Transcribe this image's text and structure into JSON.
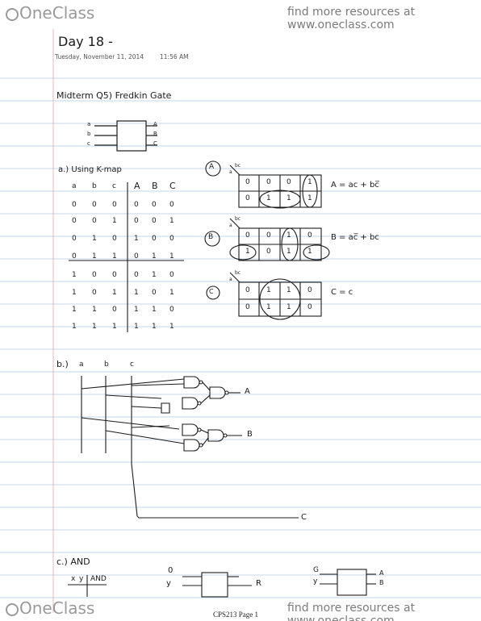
{
  "brand": {
    "name": "OneClass"
  },
  "promo": "find more resources at www.oneclass.com",
  "note": {
    "title": "Day 18 -",
    "date": "Tuesday, November 11, 2014",
    "time": "11:56 AM",
    "heading": "Midterm Q5) Fredkin Gate",
    "gate_inputs": [
      "a",
      "b",
      "c"
    ],
    "gate_outputs": [
      "A",
      "B",
      "C"
    ],
    "part_a": "a.) Using K-map",
    "table": {
      "headers": [
        "a",
        "b",
        "c",
        "A",
        "B",
        "C"
      ],
      "rows": [
        [
          "0",
          "0",
          "0",
          "0",
          "0",
          "0"
        ],
        [
          "0",
          "0",
          "1",
          "0",
          "0",
          "1"
        ],
        [
          "0",
          "1",
          "0",
          "1",
          "0",
          "0"
        ],
        [
          "0",
          "1",
          "1",
          "0",
          "1",
          "1"
        ],
        [
          "1",
          "0",
          "0",
          "0",
          "1",
          "0"
        ],
        [
          "1",
          "0",
          "1",
          "1",
          "0",
          "1"
        ],
        [
          "1",
          "1",
          "0",
          "1",
          "1",
          "0"
        ],
        [
          "1",
          "1",
          "1",
          "1",
          "1",
          "1"
        ]
      ]
    },
    "kmaps": [
      {
        "label": "A",
        "top": "bc",
        "side": "a",
        "row0": [
          "0",
          "0",
          "0",
          "1"
        ],
        "row1": [
          "0",
          "1",
          "1",
          "1"
        ],
        "equation": "A = ac + bc̅"
      },
      {
        "label": "B",
        "top": "bc",
        "side": "a",
        "row0": [
          "0",
          "0",
          "1",
          "0"
        ],
        "row1": [
          "1",
          "0",
          "1",
          "1"
        ],
        "equation": "B = ac̅ + bc"
      },
      {
        "label": "C",
        "top": "bc",
        "side": "a",
        "row0": [
          "0",
          "1",
          "1",
          "0"
        ],
        "row1": [
          "0",
          "1",
          "1",
          "0"
        ],
        "equation": "C = c"
      }
    ],
    "part_b": "b.)",
    "circuit_inputs": [
      "a",
      "b",
      "c"
    ],
    "circuit_outputs": [
      "A",
      "B",
      "C"
    ],
    "part_c": "c.) AND",
    "and_header": [
      "x",
      "y",
      "AND"
    ],
    "and_inputs": [
      "0",
      "y"
    ],
    "and_output": "R",
    "last_inputs": [
      "G",
      "y"
    ],
    "last_outputs": [
      "A",
      "B"
    ]
  },
  "footer": "CPS213 Page 1"
}
